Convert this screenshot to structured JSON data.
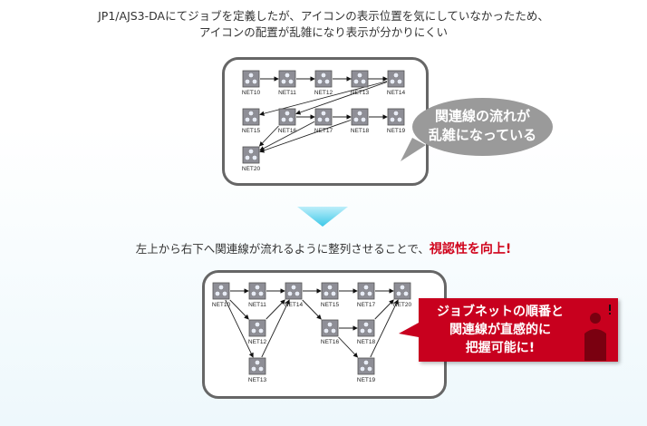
{
  "header": {
    "line1": "JP1/AJS3-DAにてジョブを定義したが、アイコンの表示位置を気にしていなかったため、",
    "line2": "アイコンの配置が乱雑になり表示が分かりにくい"
  },
  "before": {
    "nodes": [
      "NET10",
      "NET11",
      "NET12",
      "NET13",
      "NET14",
      "NET15",
      "NET16",
      "NET17",
      "NET18",
      "NET19",
      "NET20"
    ],
    "edges": [
      [
        "NET10",
        "NET11"
      ],
      [
        "NET11",
        "NET12"
      ],
      [
        "NET12",
        "NET13"
      ],
      [
        "NET13",
        "NET14"
      ],
      [
        "NET12",
        "NET14"
      ],
      [
        "NET14",
        "NET15"
      ],
      [
        "NET14",
        "NET16"
      ],
      [
        "NET16",
        "NET17"
      ],
      [
        "NET17",
        "NET18"
      ],
      [
        "NET18",
        "NET19"
      ],
      [
        "NET18",
        "NET20"
      ],
      [
        "NET17",
        "NET20"
      ],
      [
        "NET16",
        "NET20"
      ]
    ],
    "bubble_line1": "関連線の流れが",
    "bubble_line2": "乱雑になっている"
  },
  "middle": {
    "text": "左上から右下へ関連線が流れるように整列させることで、",
    "highlight": "視認性を向上!"
  },
  "after": {
    "nodes": [
      "NET10",
      "NET11",
      "NET14",
      "NET15",
      "NET17",
      "NET20",
      "NET12",
      "NET13",
      "NET16",
      "NET18",
      "NET19"
    ],
    "edges": [
      [
        "NET10",
        "NET11"
      ],
      [
        "NET11",
        "NET14"
      ],
      [
        "NET14",
        "NET15"
      ],
      [
        "NET15",
        "NET17"
      ],
      [
        "NET17",
        "NET20"
      ],
      [
        "NET10",
        "NET12"
      ],
      [
        "NET10",
        "NET13"
      ],
      [
        "NET12",
        "NET14"
      ],
      [
        "NET13",
        "NET14"
      ],
      [
        "NET14",
        "NET16"
      ],
      [
        "NET16",
        "NET18"
      ],
      [
        "NET16",
        "NET19"
      ],
      [
        "NET18",
        "NET20"
      ],
      [
        "NET19",
        "NET20"
      ]
    ],
    "callout_line1": "ジョブネットの順番と",
    "callout_line2": "関連線が直感的に",
    "callout_line3": "把握可能に!"
  },
  "colors": {
    "accent": "#c8001e",
    "arrow": "#3cc8e8"
  }
}
